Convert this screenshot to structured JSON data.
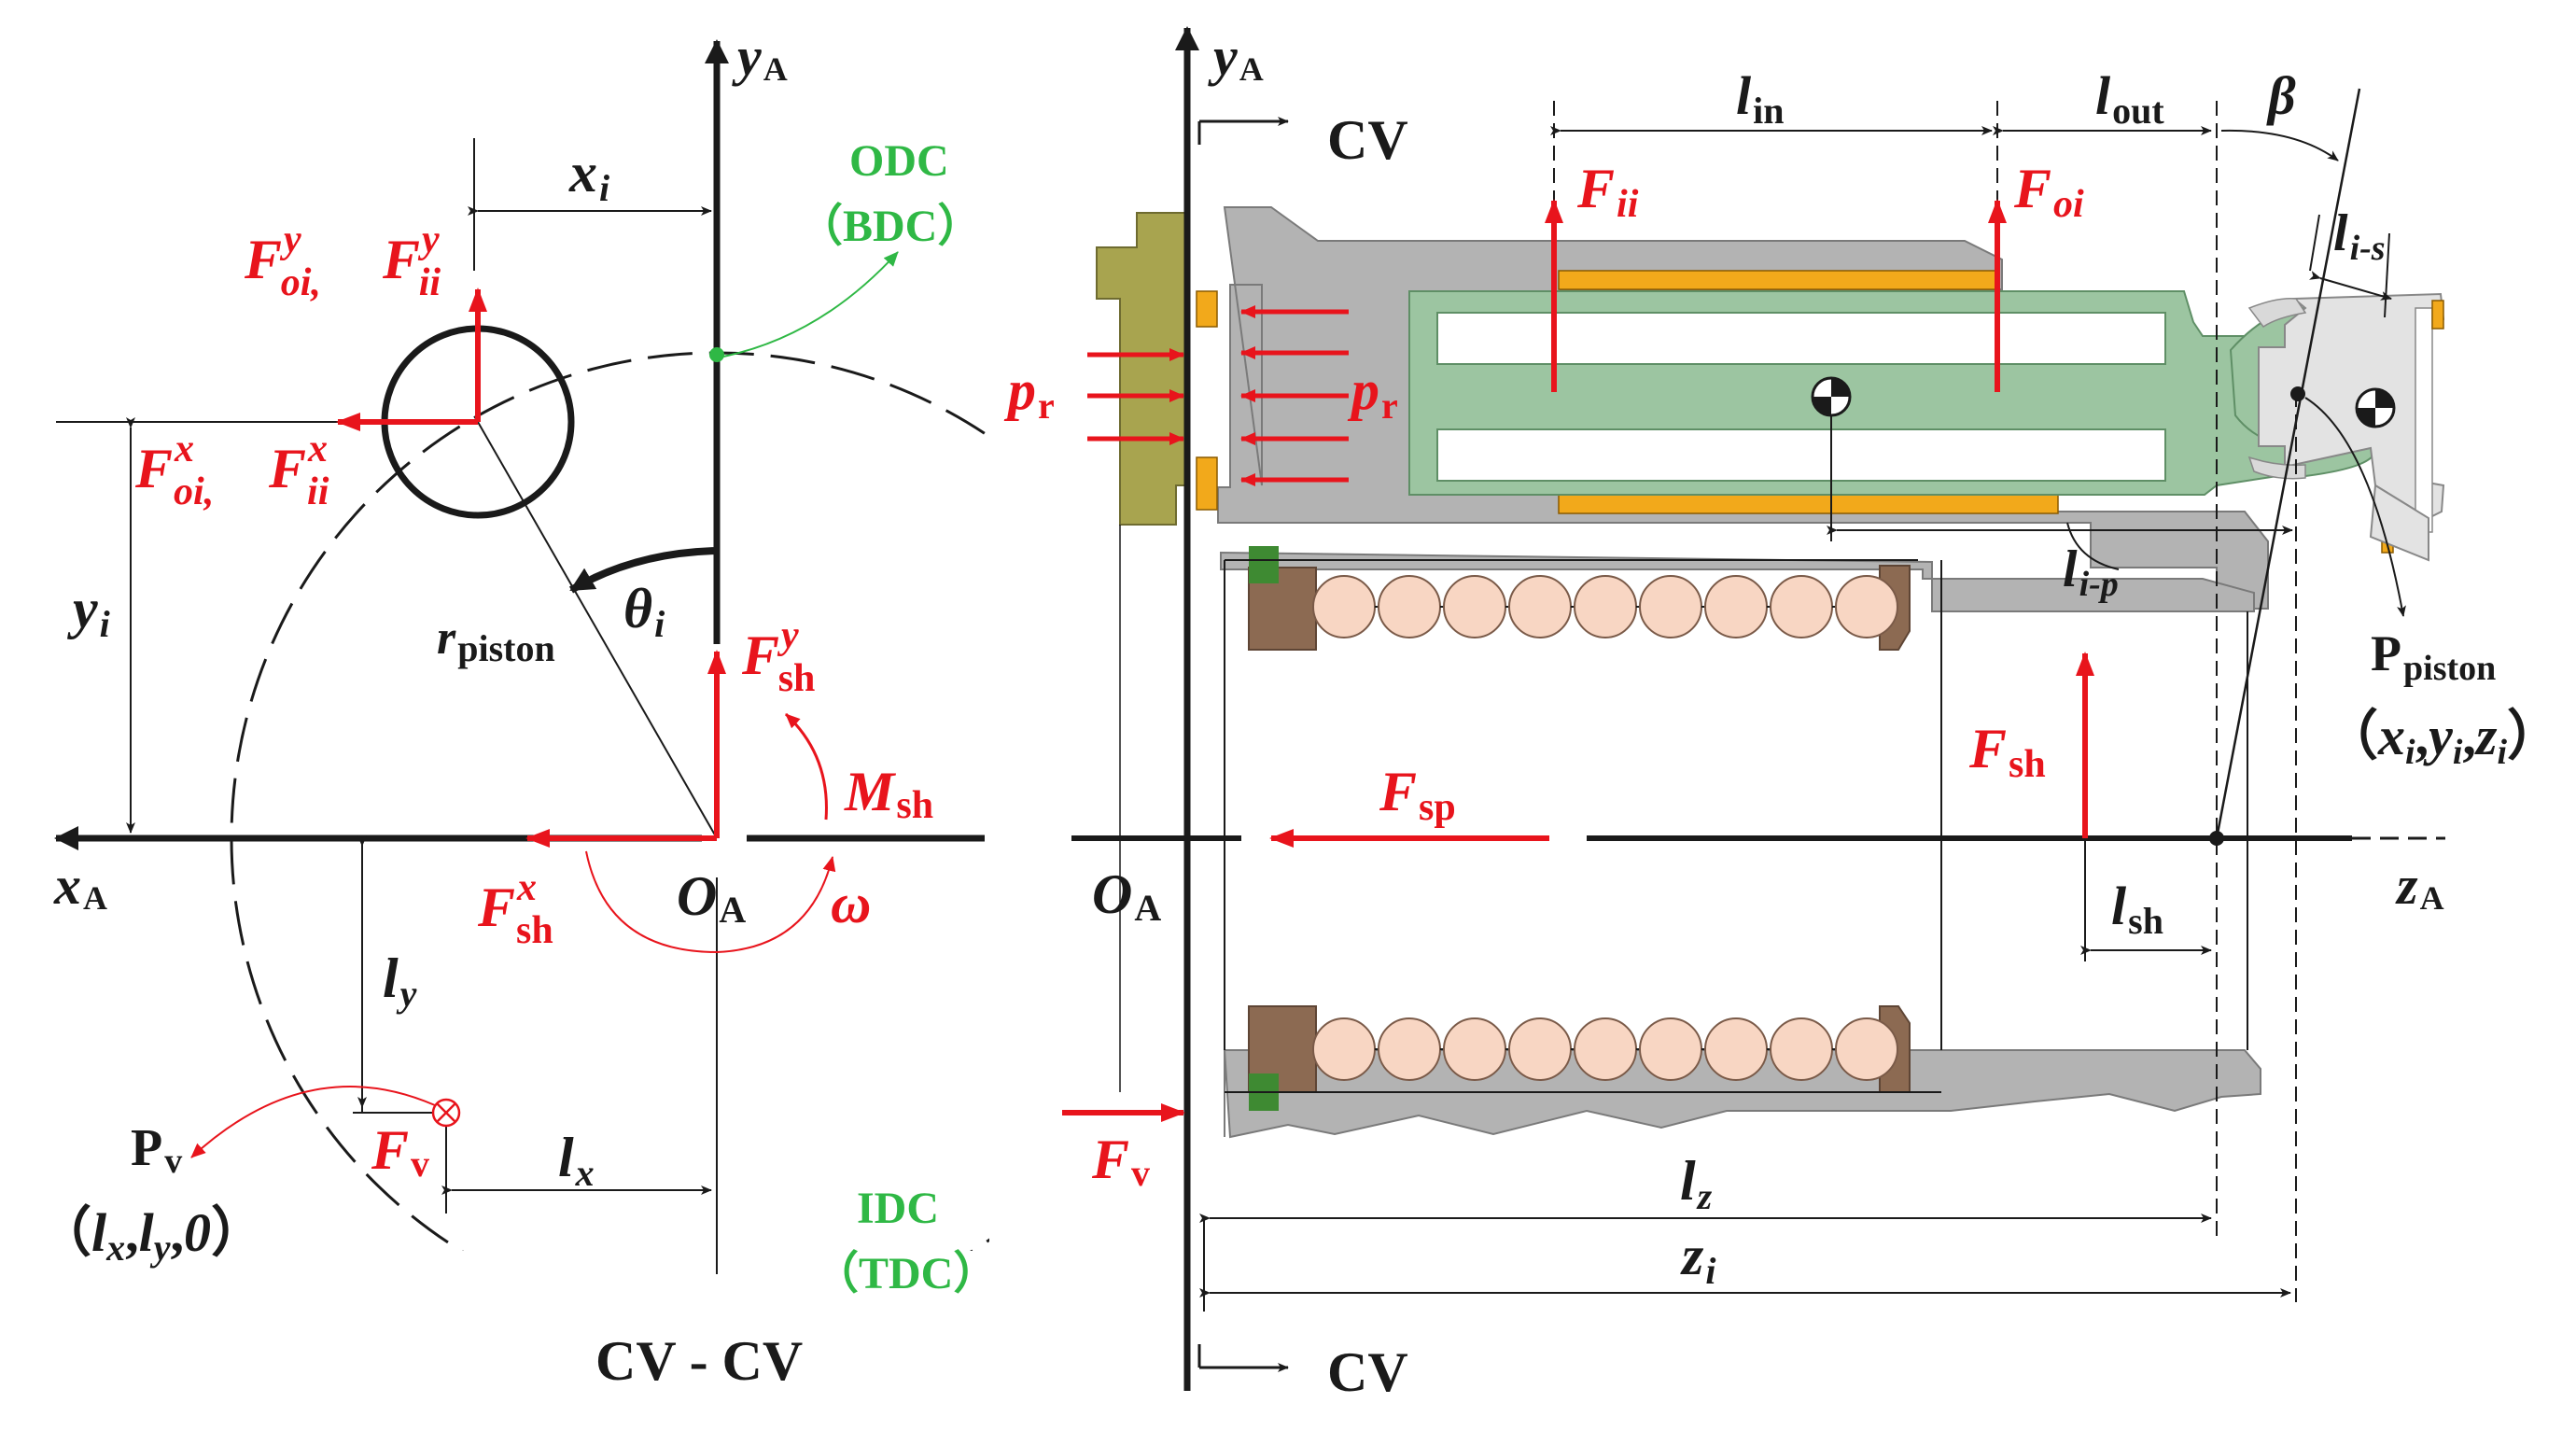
{
  "left_view": {
    "axis_y": "y",
    "axis_y_sub": "A",
    "axis_x": "x",
    "axis_x_sub": "A",
    "origin": "O",
    "origin_sub": "A",
    "odc": "ODC",
    "bdc": "（BDC）",
    "idc": "IDC",
    "tdc": "（TDC）",
    "xi": "x",
    "xi_sub": "i",
    "yi": "y",
    "yi_sub": "i",
    "r_piston": "r",
    "r_piston_sub": "piston",
    "theta": "θ",
    "theta_sub": "i",
    "f_oi_y": "F",
    "f_oi_y_sup": "y",
    "f_oi_y_sub": "oi,",
    "f_ii_y": "F",
    "f_ii_y_sup": "y",
    "f_ii_y_sub": "ii",
    "f_oi_x": "F",
    "f_oi_x_sup": "x",
    "f_oi_x_sub": "oi,",
    "f_ii_x": "F",
    "f_ii_x_sup": "x",
    "f_ii_x_sub": "ii",
    "f_sh_y": "F",
    "f_sh_y_sup": "y",
    "f_sh_y_sub": "sh",
    "f_sh_x": "F",
    "f_sh_x_sup": "x",
    "f_sh_x_sub": "sh",
    "m_sh": "M",
    "m_sh_sub": "sh",
    "omega": "ω",
    "ly": "l",
    "ly_sub": "y",
    "lx": "l",
    "lx_sub": "x",
    "pv": "P",
    "pv_sub": "v",
    "pv_coords": "（l<sub>x</sub>,l<sub>y</sub>,0）",
    "pv_c1": "（",
    "pv_lx": "l",
    "pv_lx_sub": "x",
    "pv_comma1": ",",
    "pv_ly": "l",
    "pv_ly_sub": "y",
    "pv_comma2": ",",
    "pv_zero": "0",
    "pv_c2": "）",
    "fv": "F",
    "fv_sub": "v",
    "section": "CV - CV"
  },
  "right_view": {
    "axis_y": "y",
    "axis_y_sub": "A",
    "axis_z": "z",
    "axis_z_sub": "A",
    "origin": "O",
    "origin_sub": "A",
    "cv_top": "CV",
    "cv_bottom": "CV",
    "l_in": "l",
    "l_in_sub": "in",
    "l_out": "l",
    "l_out_sub": "out",
    "beta": "β",
    "l_is": "l",
    "l_is_sub": "i-s",
    "f_ii": "F",
    "f_ii_sub": "ii",
    "f_oi": "F",
    "f_oi_sub": "oi",
    "p_r_left": "p",
    "p_r_left_sub": "r",
    "p_r_right": "p",
    "p_r_right_sub": "r",
    "l_ip": "l",
    "l_ip_sub": "i-p",
    "p_piston": "P",
    "p_piston_sub": "piston",
    "pp_c1": "（",
    "pp_x": "x",
    "pp_x_sub": "i",
    "pp_comma1": ",",
    "pp_y": "y",
    "pp_y_sub": "i",
    "pp_comma2": ",",
    "pp_z": "z",
    "pp_z_sub": "i",
    "pp_c2": "）",
    "f_sh": "F",
    "f_sh_sub": "sh",
    "f_sp": "F",
    "f_sp_sub": "sp",
    "l_sh": "l",
    "l_sh_sub": "sh",
    "fv": "F",
    "fv_sub": "v",
    "lz": "l",
    "lz_sub": "z",
    "zi": "z",
    "zi_sub": "i"
  },
  "colors": {
    "red": "#e8141c",
    "green": "#2fb845",
    "black": "#1a1a1a",
    "gray_body": "#b3b3b3",
    "green_piston": "#9cc5a1",
    "orange": "#f2a91b",
    "olive": "#a8a44f",
    "spring_ball": "#f8d6c3",
    "brown": "#8c6a52",
    "dark_green": "#3e8a32"
  }
}
